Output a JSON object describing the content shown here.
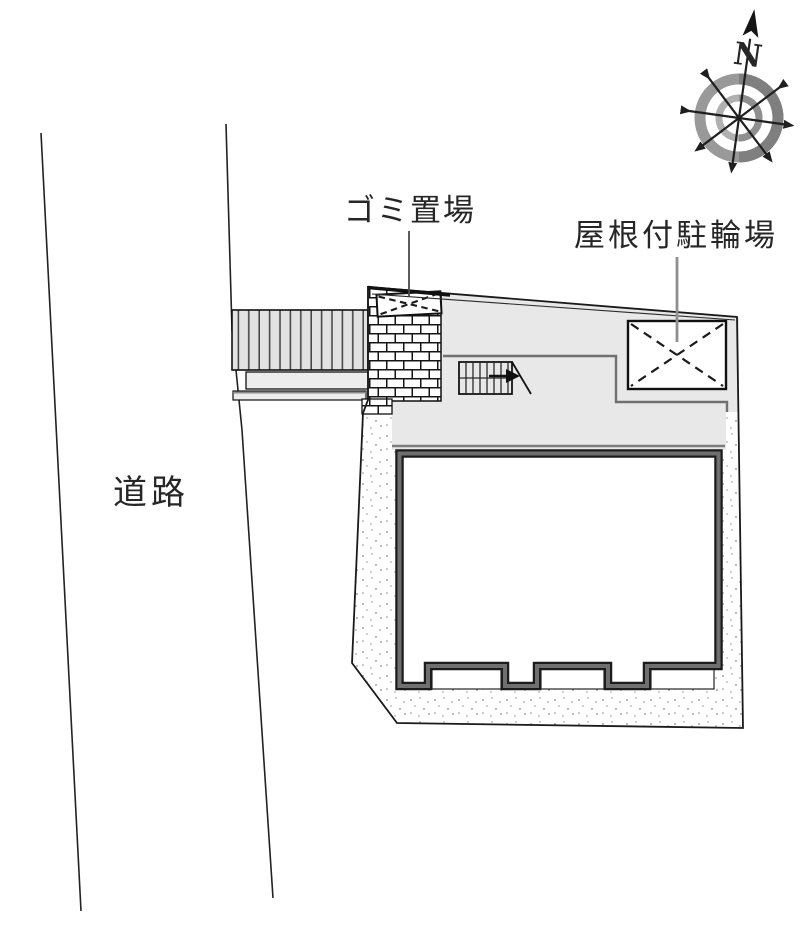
{
  "plan": {
    "kind": "site-plan",
    "labels": {
      "road": "道路",
      "garbage": "ゴミ置場",
      "bicycle": "屋根付駐輪場"
    },
    "compass": {
      "north": "N"
    },
    "colors": {
      "background": "#ffffff",
      "paved_area": "#e8e8e8",
      "band_fill": "#ececec",
      "wall_dark": "#1c1c1c",
      "wall_core": "#6f6f6f",
      "guide_line": "#707070",
      "leader_garbage": "#4a4a4a",
      "leader_bicycle": "#909090",
      "boundary": "#1a1a1a",
      "stipple_dot": "#8a8a8a",
      "ring_outer": "#999999",
      "ring_outer_shade": "#7f7f7f",
      "ring_inner": "#b0b0b0",
      "ring_inner_shade": "#8f8f8f",
      "text": "#262626"
    },
    "icons": [
      {
        "name": "compass-rose-icon",
        "meaning": "north orientation"
      },
      {
        "name": "stairs-icon",
        "meaning": "staircase with up arrow"
      },
      {
        "name": "garbage-bin-box",
        "meaning": "dashed-x storage box"
      },
      {
        "name": "bicycle-parking-box",
        "meaning": "dashed-x covered parking bay"
      }
    ]
  }
}
